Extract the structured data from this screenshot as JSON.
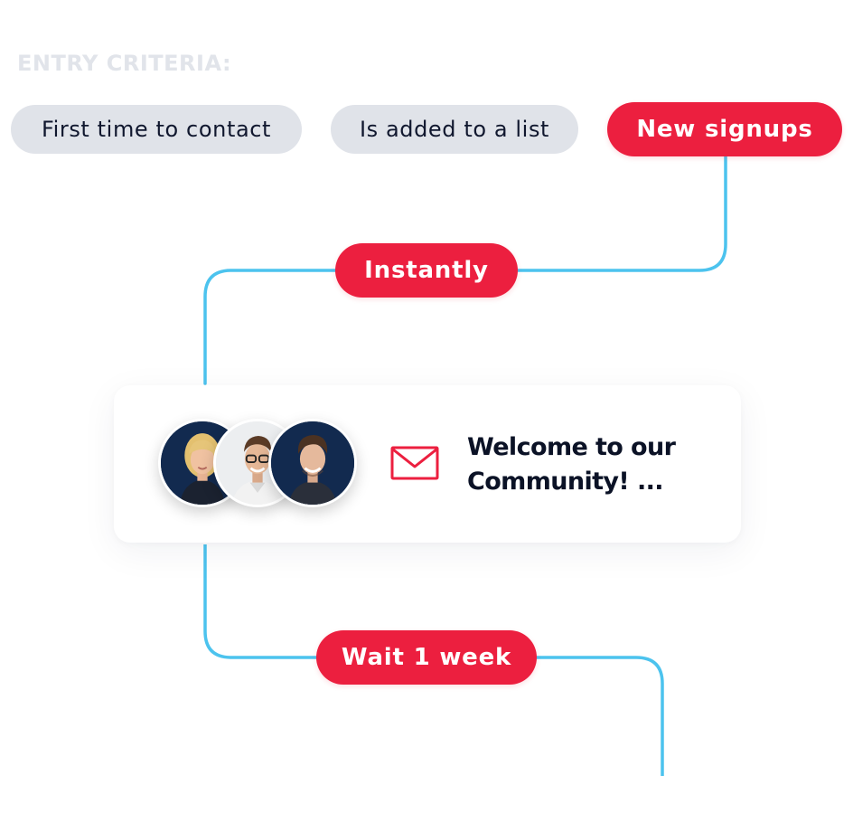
{
  "entry_criteria": {
    "heading": "ENTRY CRITERIA:",
    "options": [
      "First time to contact",
      "Is added to a list",
      "New signups"
    ]
  },
  "workflow": {
    "step_1_delay": "Instantly",
    "email": {
      "title": "Welcome to our Community! ..."
    },
    "step_2_delay": "Wait 1 week"
  },
  "colors": {
    "accent_red": "#ec1f3f",
    "connector_blue": "#4cc3ee",
    "chip_grey": "#e0e3e9",
    "heading_grey": "#e1e4ea",
    "text_dark": "#0b1226",
    "avatar_navy": "#122a4f"
  },
  "icons": {
    "email": "envelope-icon",
    "recipients": "avatar"
  }
}
